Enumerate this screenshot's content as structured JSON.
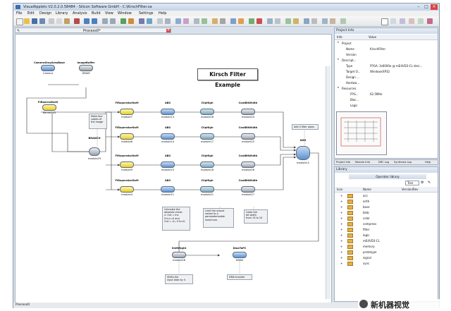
{
  "window": {
    "title": "VisualApplets V2.0.2.0.58484 - Silicon Software GmbH - C:\\KirschFilter.va"
  },
  "menu": [
    "File",
    "Edit",
    "Design",
    "Library",
    "Analysis",
    "Build",
    "View",
    "Window",
    "Settings",
    "Help"
  ],
  "doc": {
    "tab": "Process0*"
  },
  "canvas": {
    "title": "Kirsch Filter Example",
    "ops": {
      "camera": {
        "type": "CameraGrayAreaBase",
        "name": "Camera"
      },
      "imgbuf": {
        "type": "ImageBuffer",
        "name": "DRAM"
      },
      "kernel": {
        "type": "FIRkernelNxM",
        "name": "Kernel3x3"
      },
      "branch": {
        "type": "BRANCH",
        "name": "module29"
      },
      "fir1": {
        "type": "FIRoperatorNxM",
        "name": "module7"
      },
      "fir2": {
        "type": "FIRoperatorNxM",
        "name": "module8"
      },
      "fir3": {
        "type": "FIRoperatorNxM",
        "name": "module9"
      },
      "fir4": {
        "type": "FIRoperatorNxM",
        "name": "module4"
      },
      "abs1": {
        "type": "ABS",
        "name": "module13"
      },
      "abs2": {
        "type": "ABS",
        "name": "module14"
      },
      "abs3": {
        "type": "ABS",
        "name": "module15"
      },
      "abs4": {
        "type": "ABS",
        "name": "module11"
      },
      "clip1": {
        "type": "ClipHigh",
        "name": "module26"
      },
      "clip2": {
        "type": "ClipHigh",
        "name": "module17"
      },
      "clip3": {
        "type": "ClipHigh",
        "name": "module18"
      },
      "clip4": {
        "type": "ClipHigh",
        "name": "module21"
      },
      "cast1": {
        "type": "CastBitWidth",
        "name": "module24"
      },
      "cast2": {
        "type": "CastBitWidth",
        "name": "module25"
      },
      "cast3": {
        "type": "CastBitWidth",
        "name": "module26"
      },
      "cast4": {
        "type": "CastBitWidth",
        "name": "module27"
      },
      "add": {
        "type": "ADD",
        "name": "module12"
      },
      "shift": {
        "type": "ShiftRight",
        "name": "module28"
      },
      "dma": {
        "type": "DmaToPC",
        "name": "DMA0"
      }
    },
    "notes": {
      "copies": "Make four\ncopies of\nthe image",
      "addfilter": "Add 4 filter pipes",
      "absolute": "Calculate the\nabsolute value:\nx: Out = Inx\nif In>=0 and\nOut = -In, if In<0.",
      "limit": "Limit the output\nvalues to a\nparameterizable\nmaximum.",
      "cast": "Casts the\nbit width\nfrom 13 to 10",
      "shiftnote": "Shifts the\ninput data by 4",
      "dmanote": "DMA transfer"
    }
  },
  "projectinfo": {
    "title": "Project Info",
    "cols": [
      "Info",
      "Value"
    ],
    "rows": [
      {
        "label": "Project",
        "value": "",
        "indent": 1
      },
      {
        "label": "Name",
        "value": "KirschFilter",
        "indent": 2
      },
      {
        "label": "Version",
        "value": "",
        "indent": 2
      },
      {
        "label": "Descript...",
        "value": "",
        "indent": 1
      },
      {
        "label": "Type",
        "value": "FPGA: 3s6000e @ mE4VD3-CL devi...",
        "indent": 2
      },
      {
        "label": "Target O...",
        "value": "WindowsXP32",
        "indent": 2
      },
      {
        "label": "Design ...",
        "value": "",
        "indent": 2
      },
      {
        "label": "Hardwa...",
        "value": "",
        "indent": 2
      },
      {
        "label": "Resources",
        "value": "",
        "indent": 1
      },
      {
        "label": "FPG...",
        "value": "62.5MHz",
        "indent": 3
      },
      {
        "label": "Bloc...",
        "value": "",
        "indent": 3
      },
      {
        "label": "Logic",
        "value": "",
        "indent": 3
      }
    ]
  },
  "bottomtabs": [
    "Project Info",
    "Module Info",
    "DRC Log",
    "Synthesis Log",
    "Help"
  ],
  "library": {
    "title": "Library",
    "header": "Operator library",
    "view": "Tree",
    "cols": [
      "Icon",
      "Name",
      "Version/Rev"
    ],
    "items": [
      "acc",
      "arith",
      "base",
      "blob",
      "color",
      "compress",
      "filter",
      "logic",
      "mE4VD3-CL",
      "memory",
      "prototype",
      "signal",
      "sync"
    ]
  },
  "statusbar": {
    "text": "Process0"
  },
  "watermark": "新机器视觉"
}
